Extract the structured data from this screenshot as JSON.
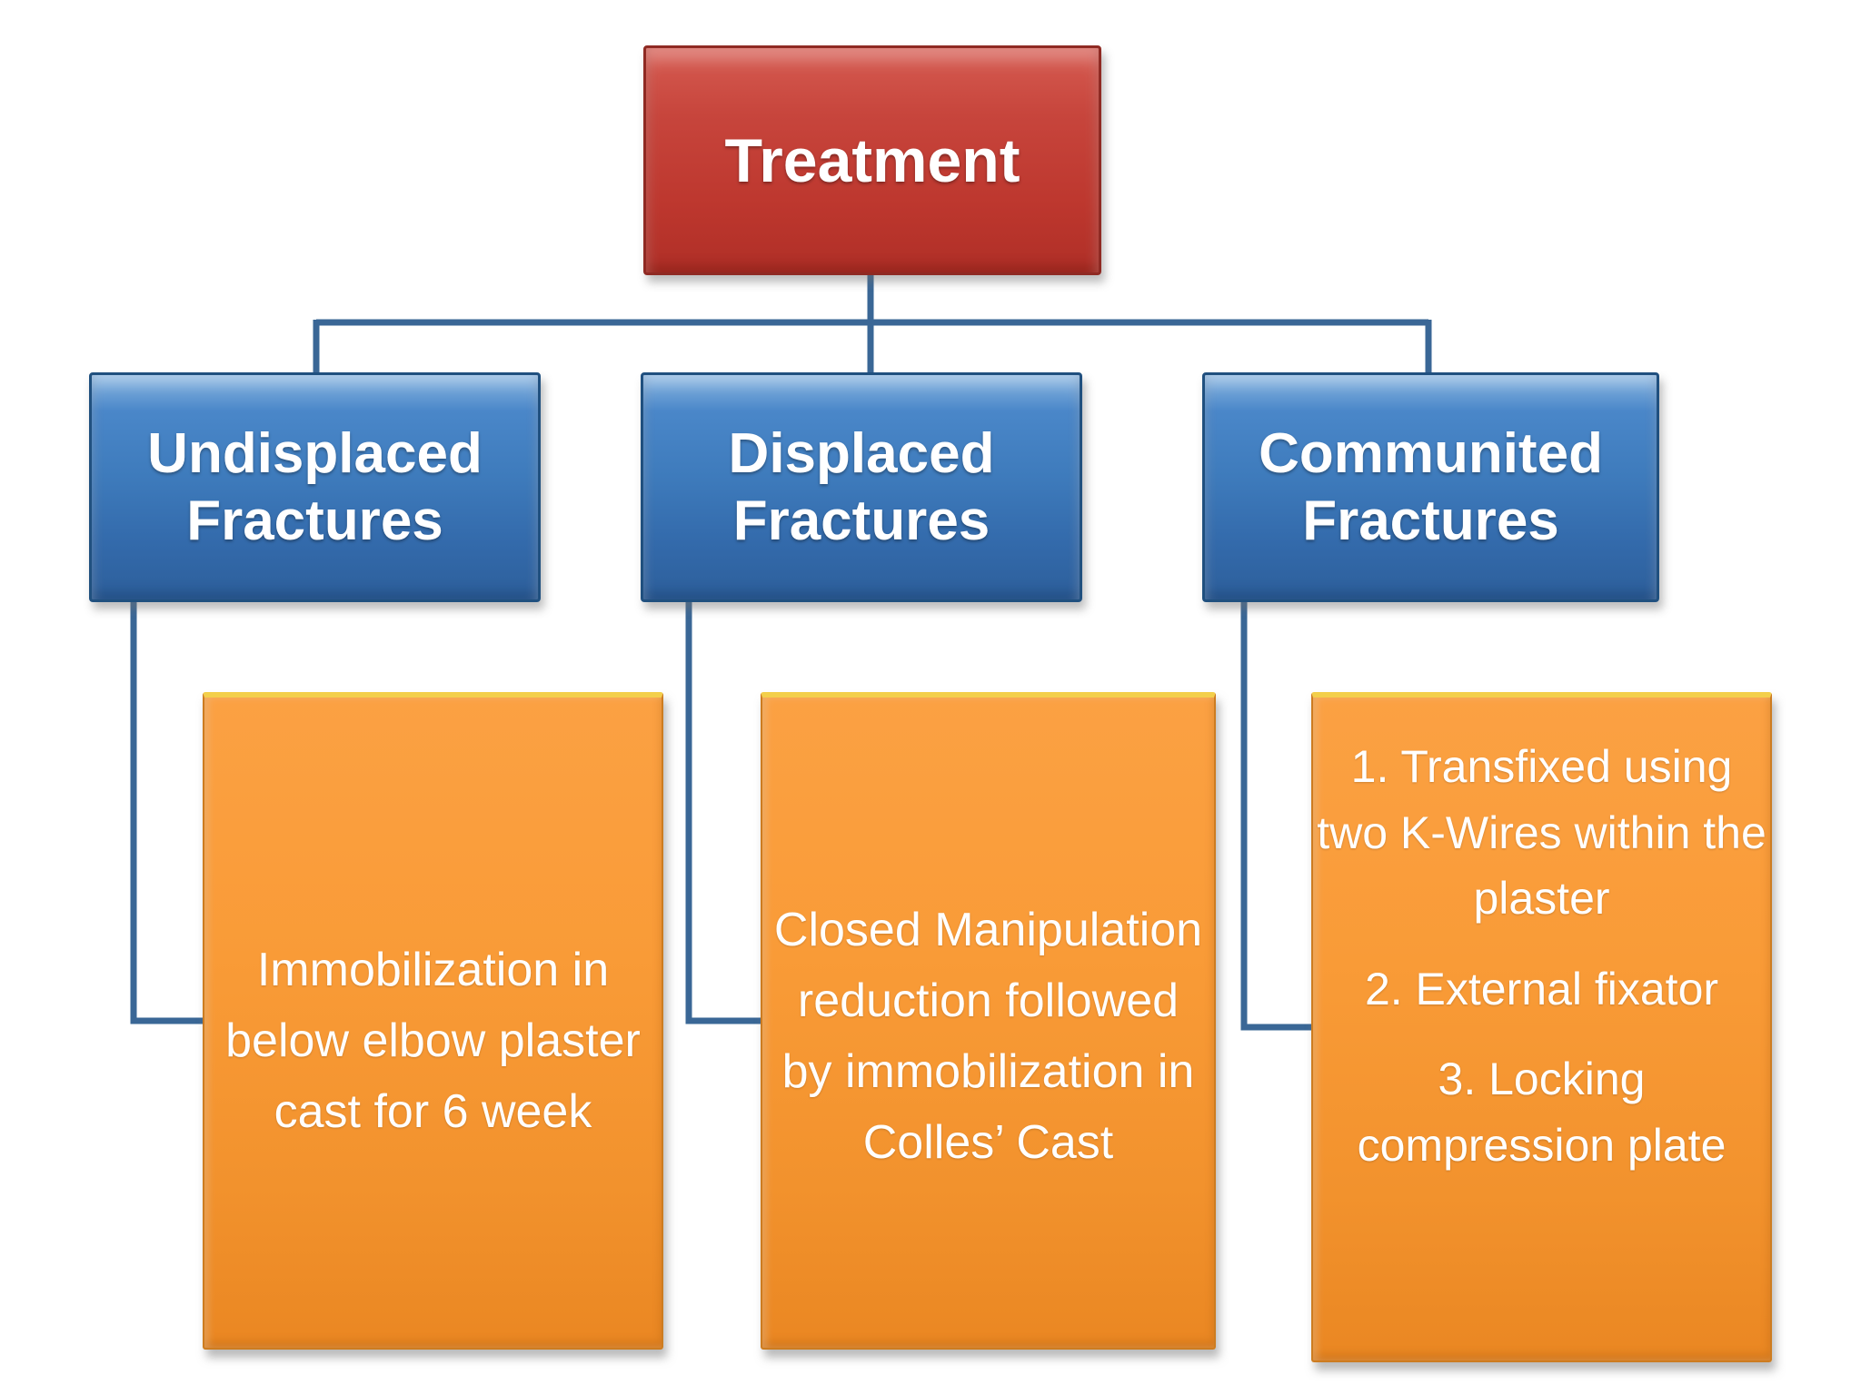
{
  "title": "Treatment flowchart",
  "colors": {
    "root_box": "#c23b32",
    "branch_box": "#3e7bbc",
    "detail_box": "#f89a33",
    "detail_box_top_highlight": "#f3cf4b",
    "connector": "#3a6796",
    "text": "#ffffff",
    "background": "#ffffff"
  },
  "root": {
    "label": "Treatment"
  },
  "branches": [
    {
      "header": "Undisplaced Fractures",
      "detail": "Immobilization in below elbow plaster cast for 6 week"
    },
    {
      "header": "Displaced Fractures",
      "detail": "Closed Manipulation reduction followed by immobilization in Colles’ Cast"
    },
    {
      "header": "Communited Fractures",
      "details": [
        "1. Transfixed using two K-Wires within the plaster",
        "2. External fixator",
        "3. Locking compression plate"
      ]
    }
  ]
}
